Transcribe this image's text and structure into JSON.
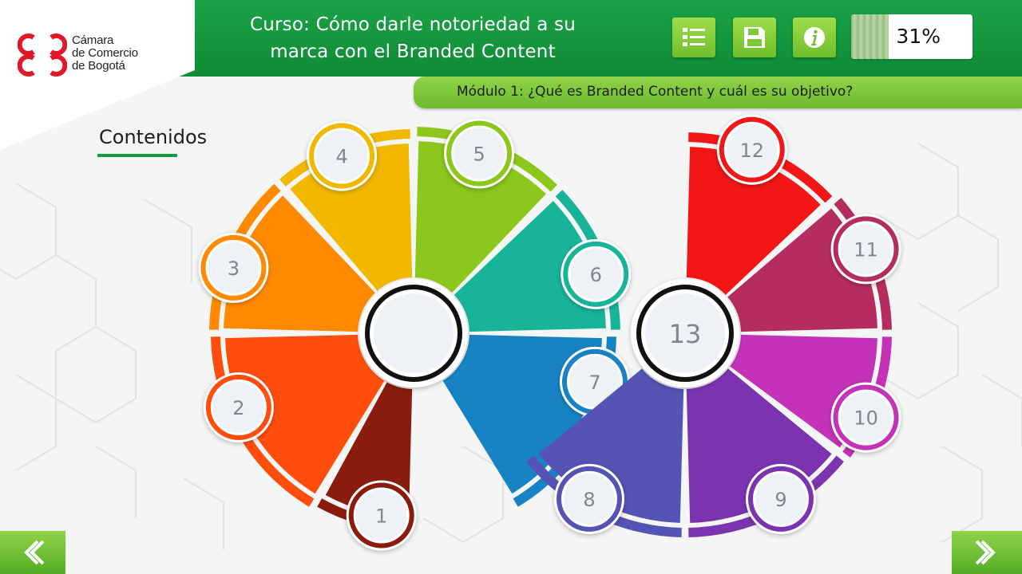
{
  "header": {
    "logo": {
      "line1": "Cámara",
      "line2": "de Comercio",
      "line3": "de Bogotá"
    },
    "course_title_line1": "Curso: Cómo darle notoriedad a su",
    "course_title_line2": "marca con el Branded Content",
    "tools": [
      "list-icon",
      "save-icon",
      "info-icon"
    ],
    "progress": {
      "value": 0.31,
      "label": "31%"
    }
  },
  "module": {
    "title": "Módulo 1: ¿Qué es Branded Content y cuál es su objetivo?"
  },
  "section": {
    "title": "Contenidos"
  },
  "wheel_left": {
    "numbers": [
      "1",
      "2",
      "3",
      "4",
      "5",
      "6",
      "7"
    ],
    "colors": [
      "#8a1c0e",
      "#ff4e0c",
      "#ff8a00",
      "#f2b800",
      "#8cc71c",
      "#18b49a",
      "#1883c4"
    ]
  },
  "wheel_right": {
    "numbers": [
      "8",
      "9",
      "10",
      "11",
      "12",
      "13"
    ],
    "colors": [
      "#5553b3",
      "#7b33b0",
      "#c432b8",
      "#b52d5e",
      "#f21616",
      "#111111"
    ]
  },
  "nav": {
    "prev": "chevron-left-icon",
    "next": "chevron-right-icon"
  },
  "colors": {
    "brand_green": "#139a3d",
    "logo_red": "#e0192a"
  }
}
